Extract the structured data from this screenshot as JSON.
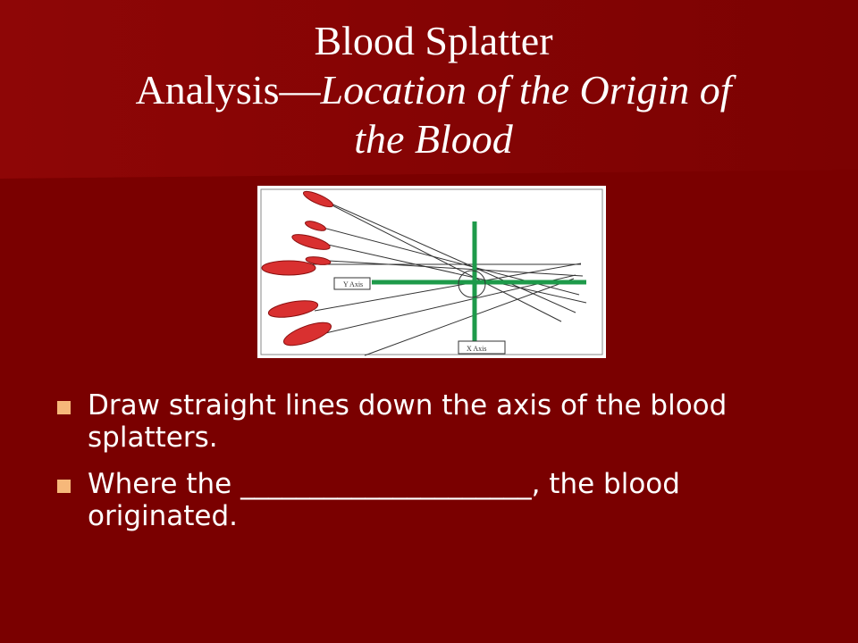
{
  "slide": {
    "title_line1": "Blood Splatter",
    "title_line2_plain": "Analysis—",
    "title_line2_italic": "Location of the Origin of",
    "title_line3_italic": "the Blood",
    "bullet_color": "#f6b87a",
    "background_color": "#7a0000"
  },
  "figure": {
    "y_axis_label": "Y Axis",
    "x_axis_label": "X Axis",
    "axis_color": "#1e9a4a",
    "drop_color": "#d93030"
  },
  "bullets": [
    {
      "text": "Draw straight lines down the axis of the blood splatters."
    },
    {
      "text": "Where the _____________________, the blood originated."
    }
  ]
}
